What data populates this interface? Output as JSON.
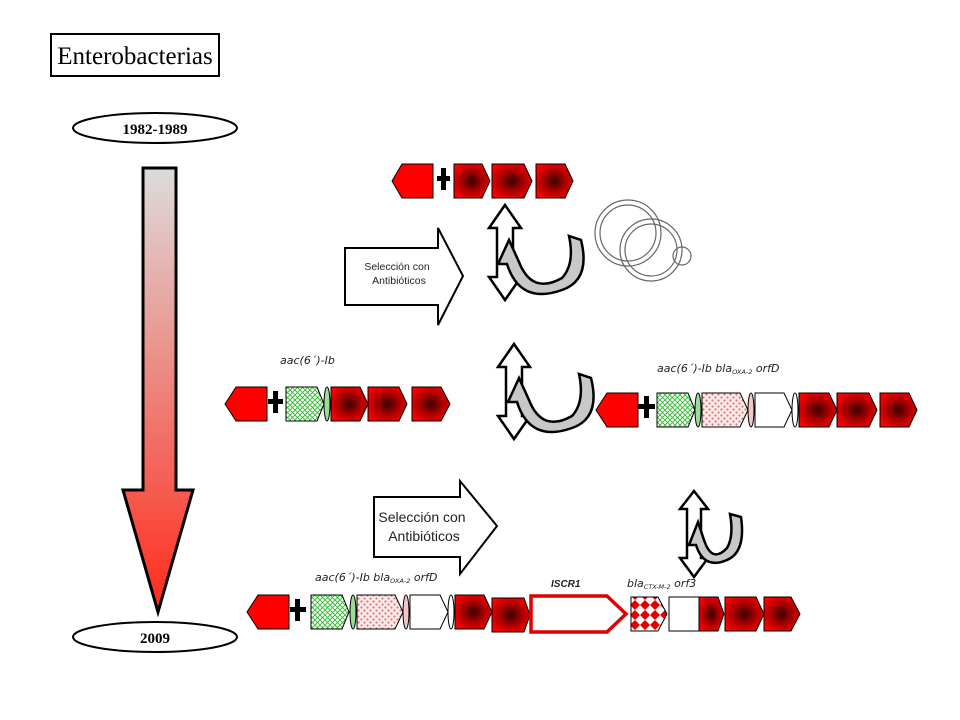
{
  "title": "Enterobacterias",
  "timeline": {
    "start": "1982-1989",
    "end": "2009"
  },
  "selection_small": {
    "line1": "Selección con",
    "line2": "Antibióticos"
  },
  "selection_large": {
    "line1": "Selección con",
    "line2": "Antibióticos"
  },
  "labels": {
    "row2_left": "aac(6´)-Ib",
    "row2_right_main": "aac(6´)-Ib bla",
    "row2_right_sub": "OXA-2",
    "row2_right_tail": " orfD",
    "row3_left_main": "aac(6´)-Ib bla",
    "row3_left_sub": "OXA-2",
    "row3_left_tail": " orfD",
    "iscr": "ISCR1",
    "row3_right_main": "bla",
    "row3_right_sub": "CTX-M-2",
    "row3_right_tail": " orf3"
  },
  "colors": {
    "integrase_red": "#ff0000",
    "gene_dark_center": "#4a0000",
    "aac_green": "#33cc33",
    "oxa_pink": "#e8a0a0",
    "ctx_red": "#e00000",
    "iscr_border": "#e00000"
  }
}
